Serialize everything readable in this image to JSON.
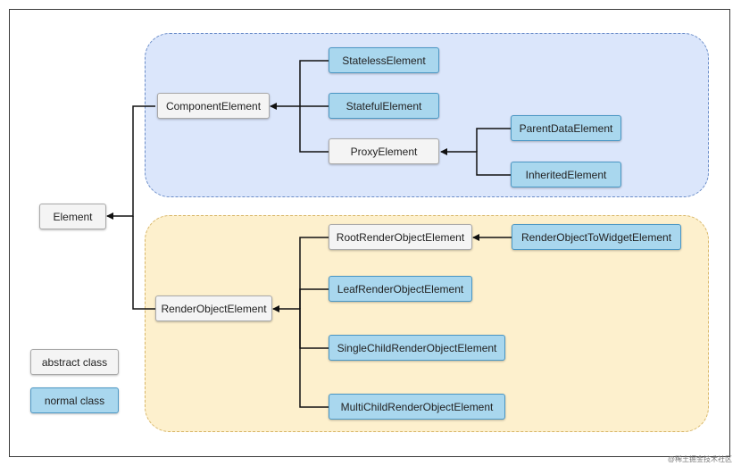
{
  "nodes": {
    "element": "Element",
    "component_element": "ComponentElement",
    "stateless_element": "StatelessElement",
    "stateful_element": "StatefulElement",
    "proxy_element": "ProxyElement",
    "parent_data_element": "ParentDataElement",
    "inherited_element": "InheritedElement",
    "render_object_element": "RenderObjectElement",
    "root_render_object_element": "RootRenderObjectElement",
    "render_object_to_widget_element": "RenderObjectToWidgetElement",
    "leaf_render_object_element": "LeafRenderObjectElement",
    "single_child_render_object_element": "SingleChildRenderObjectElement",
    "multi_child_render_object_element": "MultiChildRenderObjectElement"
  },
  "legend": {
    "abstract_label": "abstract class",
    "normal_label": "normal class"
  },
  "colors": {
    "abstract_fill": "#f4f4f4",
    "normal_fill": "#a9d7ee",
    "component_group_fill": "#dbe6fb",
    "render_group_fill": "#fdf0cd"
  },
  "watermark": "@稀土掘金技术社区"
}
